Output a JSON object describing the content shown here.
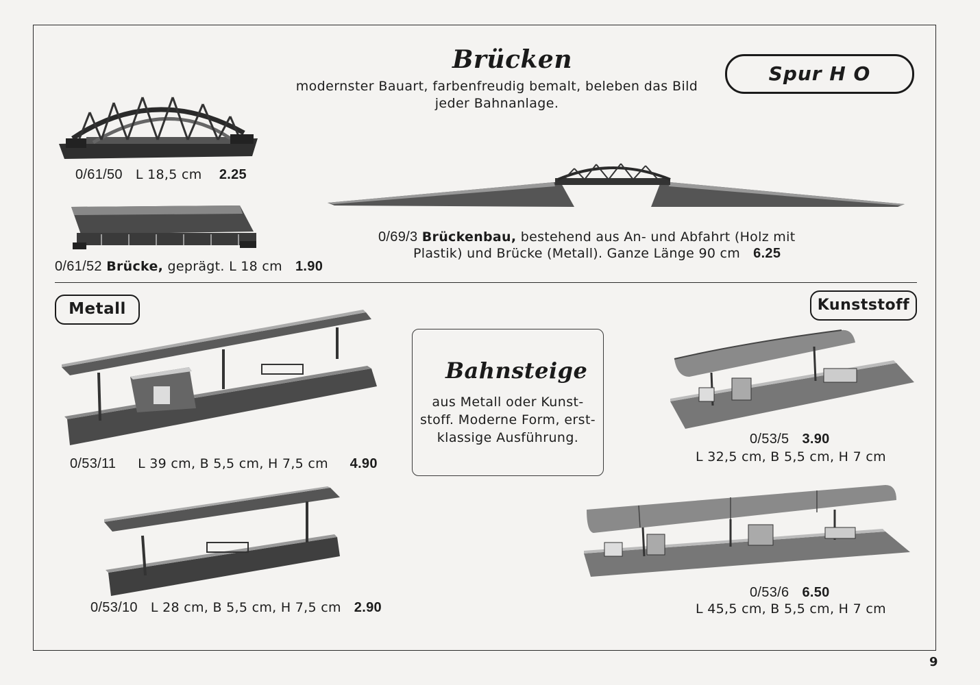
{
  "page_number": "9",
  "spur_badge": "Spur H O",
  "bridges": {
    "title": "Brücken",
    "subtitle_line1": "modernster Bauart, farbenfreudig bemalt, beleben das Bild",
    "subtitle_line2": "jeder Bahnanlage.",
    "items": [
      {
        "code": "0/61/50",
        "desc": "L 18,5 cm",
        "price": "2.25"
      },
      {
        "code": "0/61/52",
        "name": "Brücke,",
        "desc": "geprägt. L 18 cm",
        "price": "1.90"
      },
      {
        "code": "0/69/3",
        "name": "Brückenbau,",
        "desc_line1": "bestehend aus An- und Abfahrt (Holz mit",
        "desc_line2": "Plastik) und Brücke (Metall). Ganze Länge 90 cm",
        "price": "6.25"
      }
    ]
  },
  "platforms": {
    "title": "Bahnsteige",
    "text_line1": "aus Metall oder Kunst-",
    "text_line2": "stoff. Moderne Form, erst-",
    "text_line3": "klassige Ausführung.",
    "metal_label": "Metall",
    "plastic_label": "Kunststoff",
    "items": [
      {
        "code": "0/53/11",
        "desc": "L 39 cm, B 5,5 cm, H 7,5 cm",
        "price": "4.90"
      },
      {
        "code": "0/53/10",
        "desc": "L 28 cm, B 5,5 cm, H 7,5 cm",
        "price": "2.90"
      },
      {
        "code": "0/53/5",
        "price": "3.90",
        "desc": "L 32,5 cm, B 5,5 cm, H 7 cm"
      },
      {
        "code": "0/53/6",
        "price": "6.50",
        "desc": "L 45,5 cm, B 5,5 cm, H 7 cm"
      }
    ]
  },
  "colors": {
    "ink": "#1c1c1c",
    "paper": "#f4f3f1",
    "metal_dark": "#3a3a3a",
    "metal_light": "#9a9a9a"
  }
}
